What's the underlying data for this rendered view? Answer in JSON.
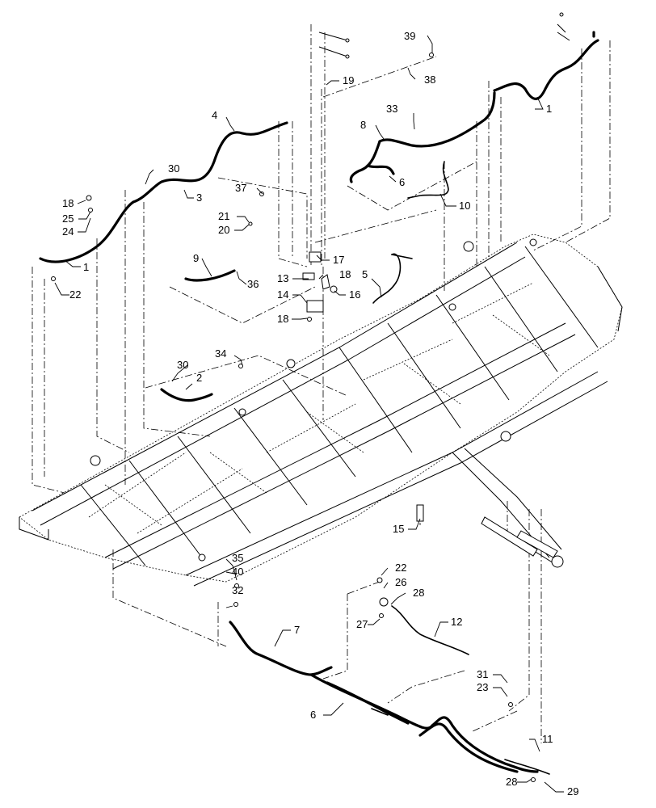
{
  "callouts": [
    {
      "id": "c1a",
      "label": "1"
    },
    {
      "id": "c1b",
      "label": "1"
    },
    {
      "id": "c2",
      "label": "2"
    },
    {
      "id": "c3",
      "label": "3"
    },
    {
      "id": "c4",
      "label": "4"
    },
    {
      "id": "c5",
      "label": "5"
    },
    {
      "id": "c6a",
      "label": "6"
    },
    {
      "id": "c6b",
      "label": "6"
    },
    {
      "id": "c7",
      "label": "7"
    },
    {
      "id": "c8",
      "label": "8"
    },
    {
      "id": "c9",
      "label": "9"
    },
    {
      "id": "c10",
      "label": "10"
    },
    {
      "id": "c11",
      "label": "11"
    },
    {
      "id": "c12",
      "label": "12"
    },
    {
      "id": "c13",
      "label": "13"
    },
    {
      "id": "c14",
      "label": "14"
    },
    {
      "id": "c15",
      "label": "15"
    },
    {
      "id": "c16",
      "label": "16"
    },
    {
      "id": "c17",
      "label": "17"
    },
    {
      "id": "c18a",
      "label": "18"
    },
    {
      "id": "c18b",
      "label": "18"
    },
    {
      "id": "c18c",
      "label": "18"
    },
    {
      "id": "c19",
      "label": "19"
    },
    {
      "id": "c20",
      "label": "20"
    },
    {
      "id": "c21",
      "label": "21"
    },
    {
      "id": "c22a",
      "label": "22"
    },
    {
      "id": "c22b",
      "label": "22"
    },
    {
      "id": "c23",
      "label": "23"
    },
    {
      "id": "c24",
      "label": "24"
    },
    {
      "id": "c25",
      "label": "25"
    },
    {
      "id": "c26",
      "label": "26"
    },
    {
      "id": "c27",
      "label": "27"
    },
    {
      "id": "c28a",
      "label": "28"
    },
    {
      "id": "c28b",
      "label": "28"
    },
    {
      "id": "c29",
      "label": "29"
    },
    {
      "id": "c30a",
      "label": "30"
    },
    {
      "id": "c30b",
      "label": "30"
    },
    {
      "id": "c31",
      "label": "31"
    },
    {
      "id": "c32",
      "label": "32"
    },
    {
      "id": "c33",
      "label": "33"
    },
    {
      "id": "c34",
      "label": "34"
    },
    {
      "id": "c35",
      "label": "35"
    },
    {
      "id": "c36",
      "label": "36"
    },
    {
      "id": "c37",
      "label": "37"
    },
    {
      "id": "c38",
      "label": "38"
    },
    {
      "id": "c39",
      "label": "39"
    },
    {
      "id": "c40",
      "label": "40"
    }
  ]
}
